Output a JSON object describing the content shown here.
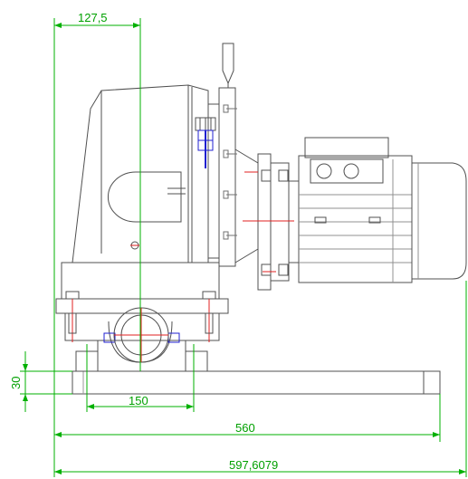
{
  "drawing": {
    "dimensions": {
      "offset_top": "127,5",
      "foot_spacing": "150",
      "base_height": "30",
      "base_length": "560",
      "overall_length": "597,6079"
    },
    "colors": {
      "outline": "#505050",
      "dimension": "#00b000",
      "centerline": "#e02020",
      "accent": "#2020d0",
      "background": "#ffffff"
    }
  }
}
